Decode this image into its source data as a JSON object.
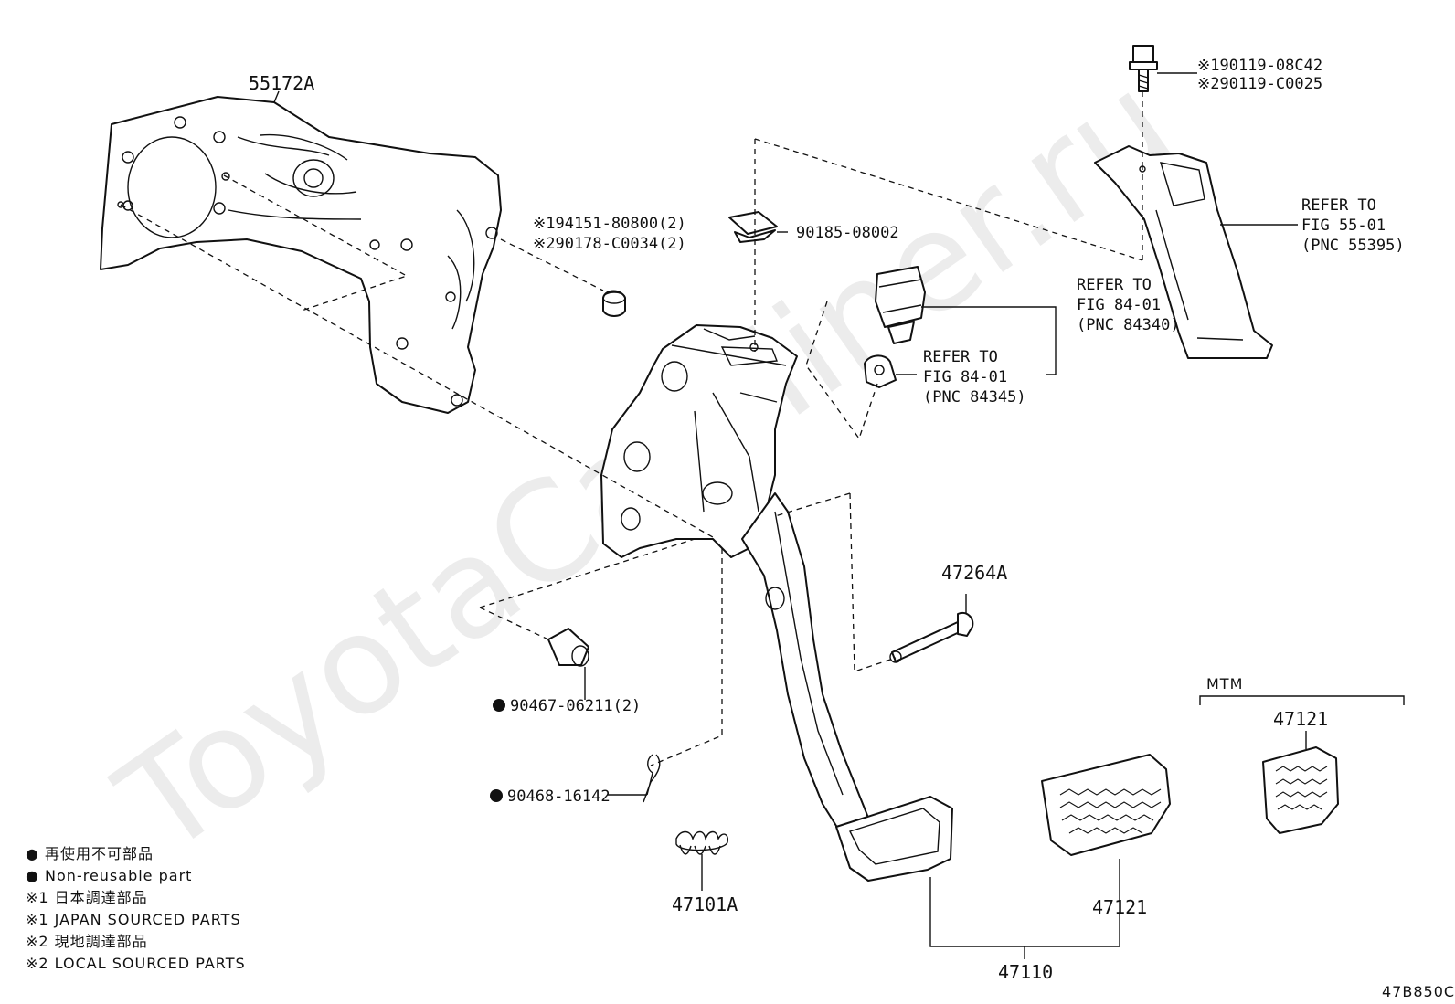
{
  "watermark": "ToyotaCarMiner.ru",
  "diagram_code": "47B850C",
  "group_label": "MTM",
  "callouts": {
    "bracket": "55172A",
    "bolt_note_1": "※194151-80800(2)",
    "bolt_note_2": "※290178-C0034(2)",
    "clip_number": "90185-08002",
    "screw_note_1": "※190119-08C42",
    "screw_note_2": "※290119-C0025",
    "refer_55395": [
      "REFER TO",
      "FIG 55-01",
      "(PNC 55395)"
    ],
    "refer_84340": [
      "REFER TO",
      "FIG 84-01",
      "(PNC 84340)"
    ],
    "refer_84345": [
      "REFER TO",
      "FIG 84-01",
      "(PNC 84345)"
    ],
    "pin": "47264A",
    "bushing": "90467-06211(2)",
    "cotter": "90468-16142",
    "spring": "47101A",
    "pad_main": "47121",
    "pad_mtm": "47121",
    "pedal_assy": "47110"
  },
  "legend": [
    "● 再使用不可部品",
    "● Non-reusable part",
    "※1 日本調達部品",
    "※1 JAPAN SOURCED PARTS",
    "※2 現地調達部品",
    "※2 LOCAL SOURCED PARTS"
  ],
  "colors": {
    "line": "#111111",
    "background": "#ffffff",
    "watermark": "#d6d6d6"
  },
  "icons": {
    "non_reusable_marker": "filled-circle-icon"
  }
}
